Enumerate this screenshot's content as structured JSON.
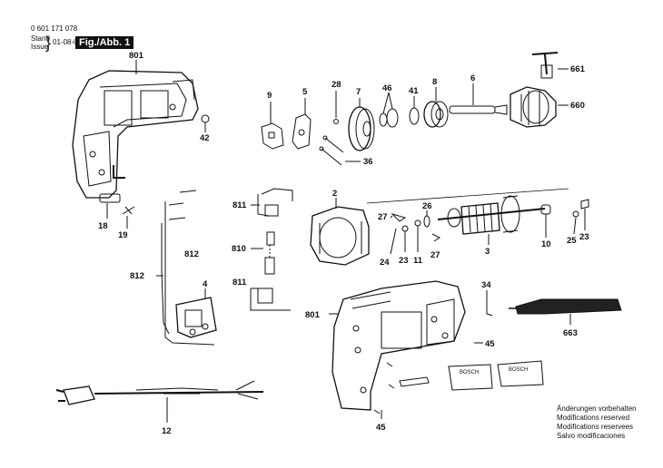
{
  "header": {
    "part_number": "0 601 171 078",
    "stand_label": "Stand",
    "issue_label": "Issue",
    "date": "01-08-05",
    "figure": "Fig./Abb. 1"
  },
  "labels": {
    "l801a": "801",
    "l42": "42",
    "l9": "9",
    "l5": "5",
    "l28": "28",
    "l7": "7",
    "l46": "46",
    "l41": "41",
    "l8": "8",
    "l6": "6",
    "l661": "661",
    "l660": "660",
    "l36": "36",
    "l18": "18",
    "l19": "19",
    "l811a": "811",
    "l812a": "812",
    "l810": "810",
    "l812b": "812",
    "l4": "4",
    "l811b": "811",
    "l2": "2",
    "l27a": "27",
    "l26": "26",
    "l23a": "23",
    "l24": "24",
    "l11": "11",
    "l27b": "27",
    "l3": "3",
    "l10": "10",
    "l25": "25",
    "l23b": "23",
    "l34": "34",
    "l801b": "801",
    "l663": "663",
    "l45a": "45",
    "l12": "12",
    "l45b": "45"
  },
  "brand_plates": [
    "BOSCH",
    "BOSCH"
  ],
  "notes": [
    "Änderungen vorbehalten",
    "Modifications reserved",
    "Modifications reservees",
    "Salvo modificaciones"
  ]
}
